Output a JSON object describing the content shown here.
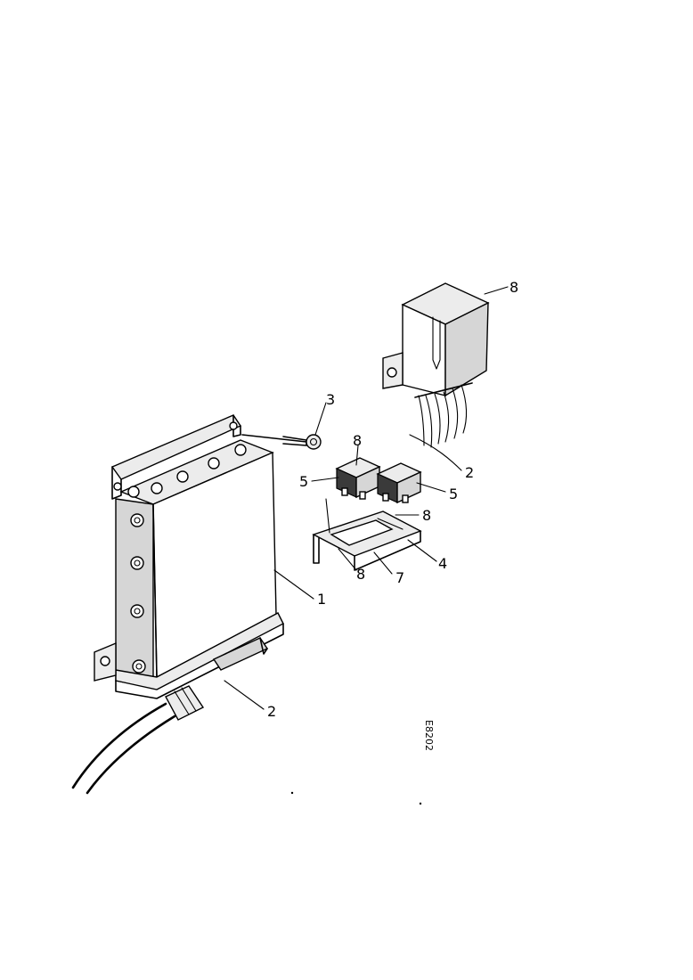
{
  "callouts": {
    "item_1": "1",
    "item_2_harness": "2",
    "item_2_cable": "2",
    "item_3": "3",
    "item_4": "4",
    "item_5_left": "5",
    "item_5_right": "5",
    "item_7": "7",
    "item_8_relay": "8",
    "item_8_top": "8",
    "item_8_right": "8",
    "item_8_bottom": "8"
  },
  "drawing_number": "E8202"
}
